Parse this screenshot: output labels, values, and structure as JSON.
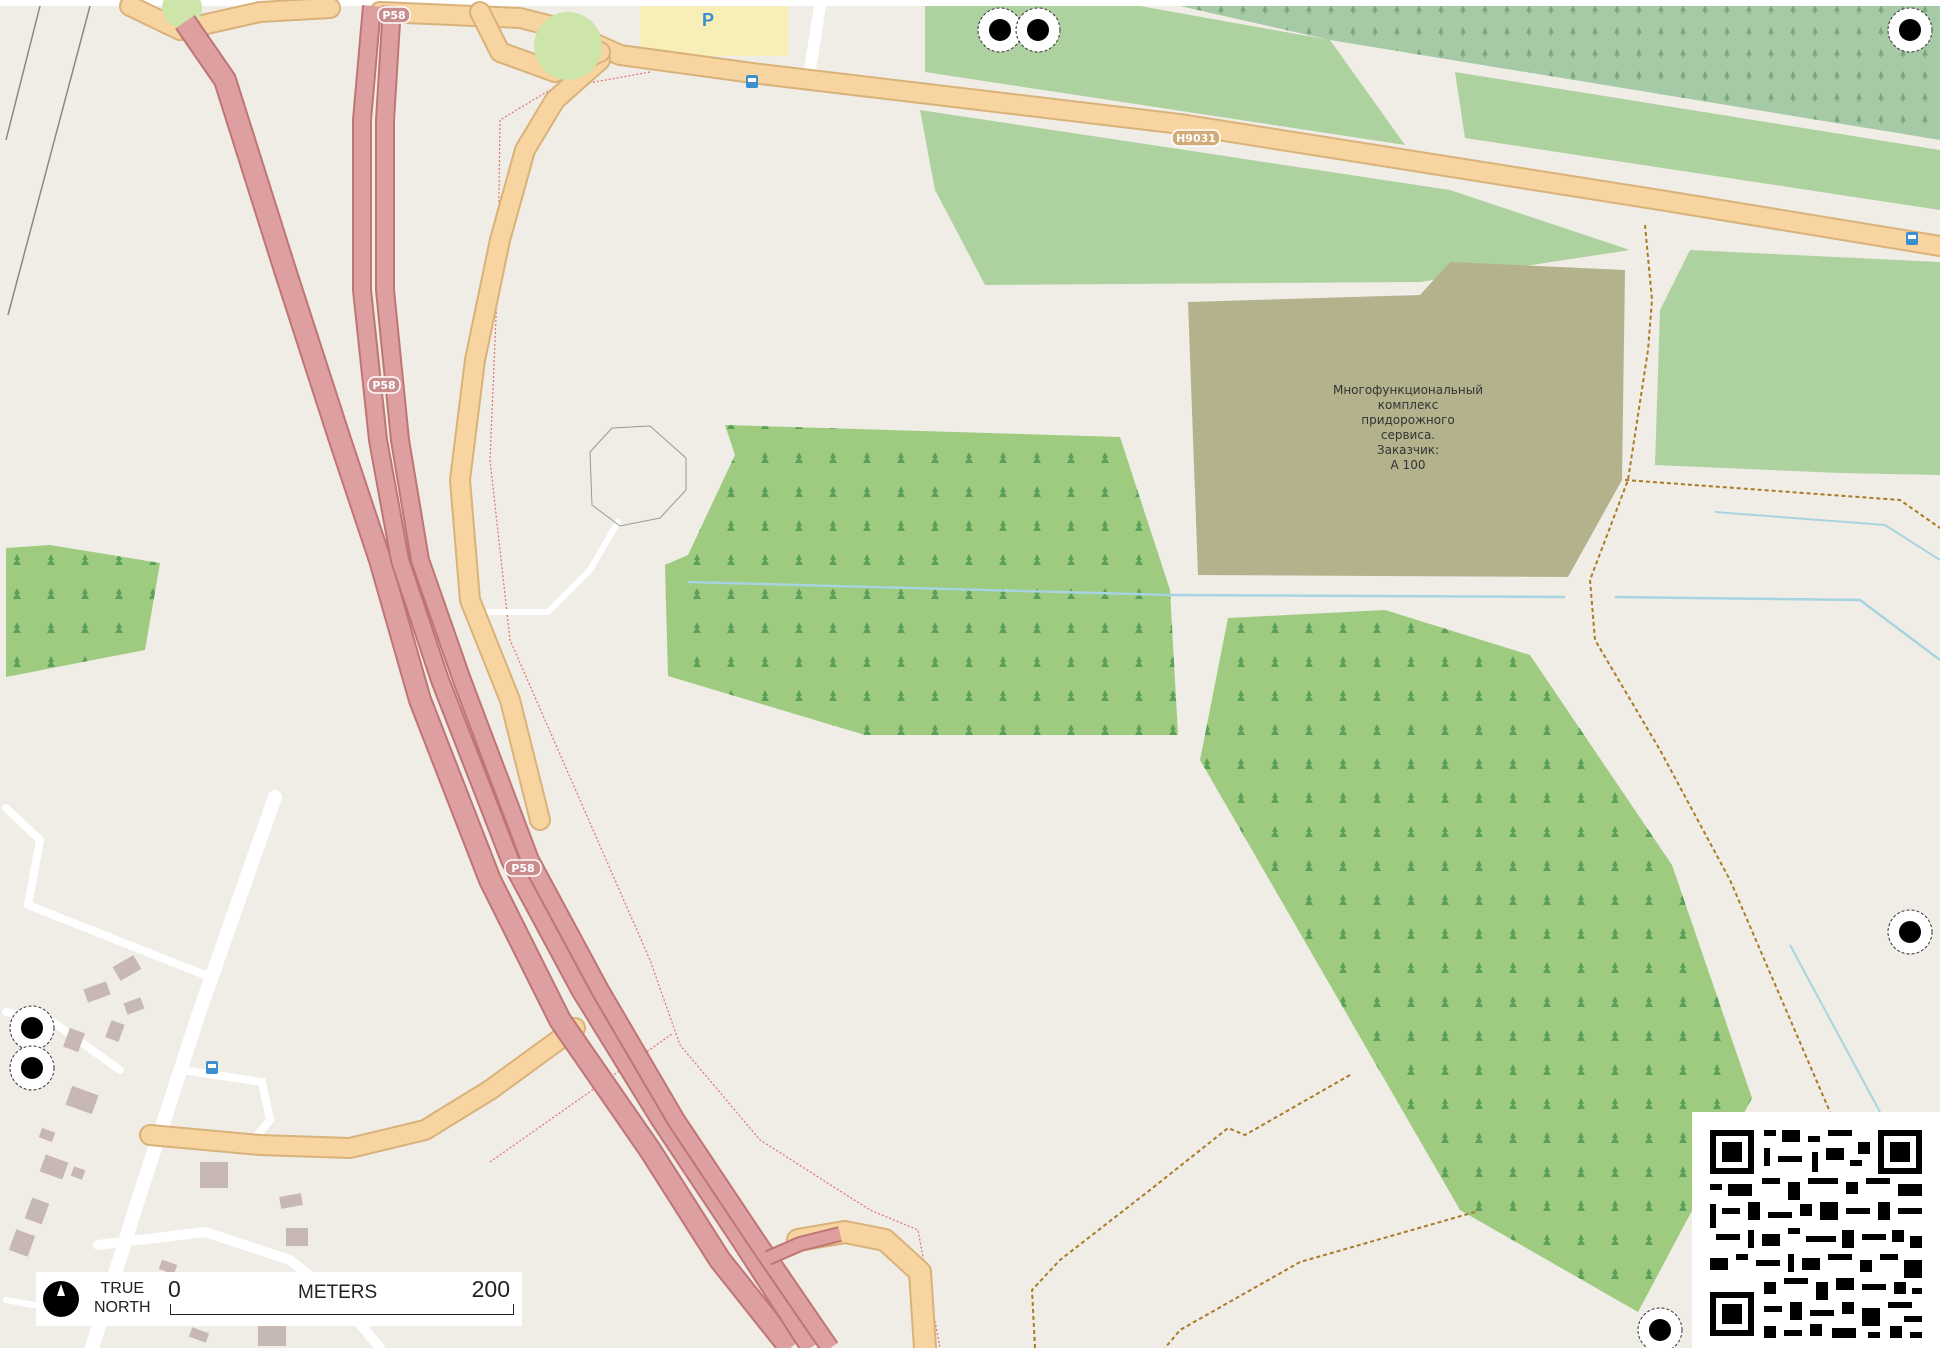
{
  "map": {
    "area_label_lines": [
      "Многофункциональный",
      "комплекс",
      "придорожного",
      "сервиса.",
      "Заказчик:",
      "А 100"
    ],
    "road_refs": [
      "P58",
      "P58",
      "P58",
      "H9031"
    ],
    "parking_symbol": "P",
    "colors": {
      "land": "#f0ede7",
      "meadow": "#aed1a0",
      "forest": "#9ecb7f",
      "forest_dark": "#a6c9a6",
      "trunk_road": "#dd9f9f",
      "secondary_road": "#f8d4a0",
      "residential_road": "#ffffff",
      "building": "#c8b8b4",
      "commercial": "#b3b28d",
      "parking": "#f7efb7",
      "track": "#aa7a25",
      "stream": "#a8d3e0"
    }
  },
  "scale": {
    "north_line1": "TRUE",
    "north_line2": "NORTH",
    "zero": "0",
    "unit": "METERS",
    "max": "200"
  },
  "icons": {
    "bus_stop": "bus-stop-icon",
    "corner_marker": "registration-marker-icon",
    "north": "north-arrow-icon",
    "qr": "qr-code-icon"
  }
}
